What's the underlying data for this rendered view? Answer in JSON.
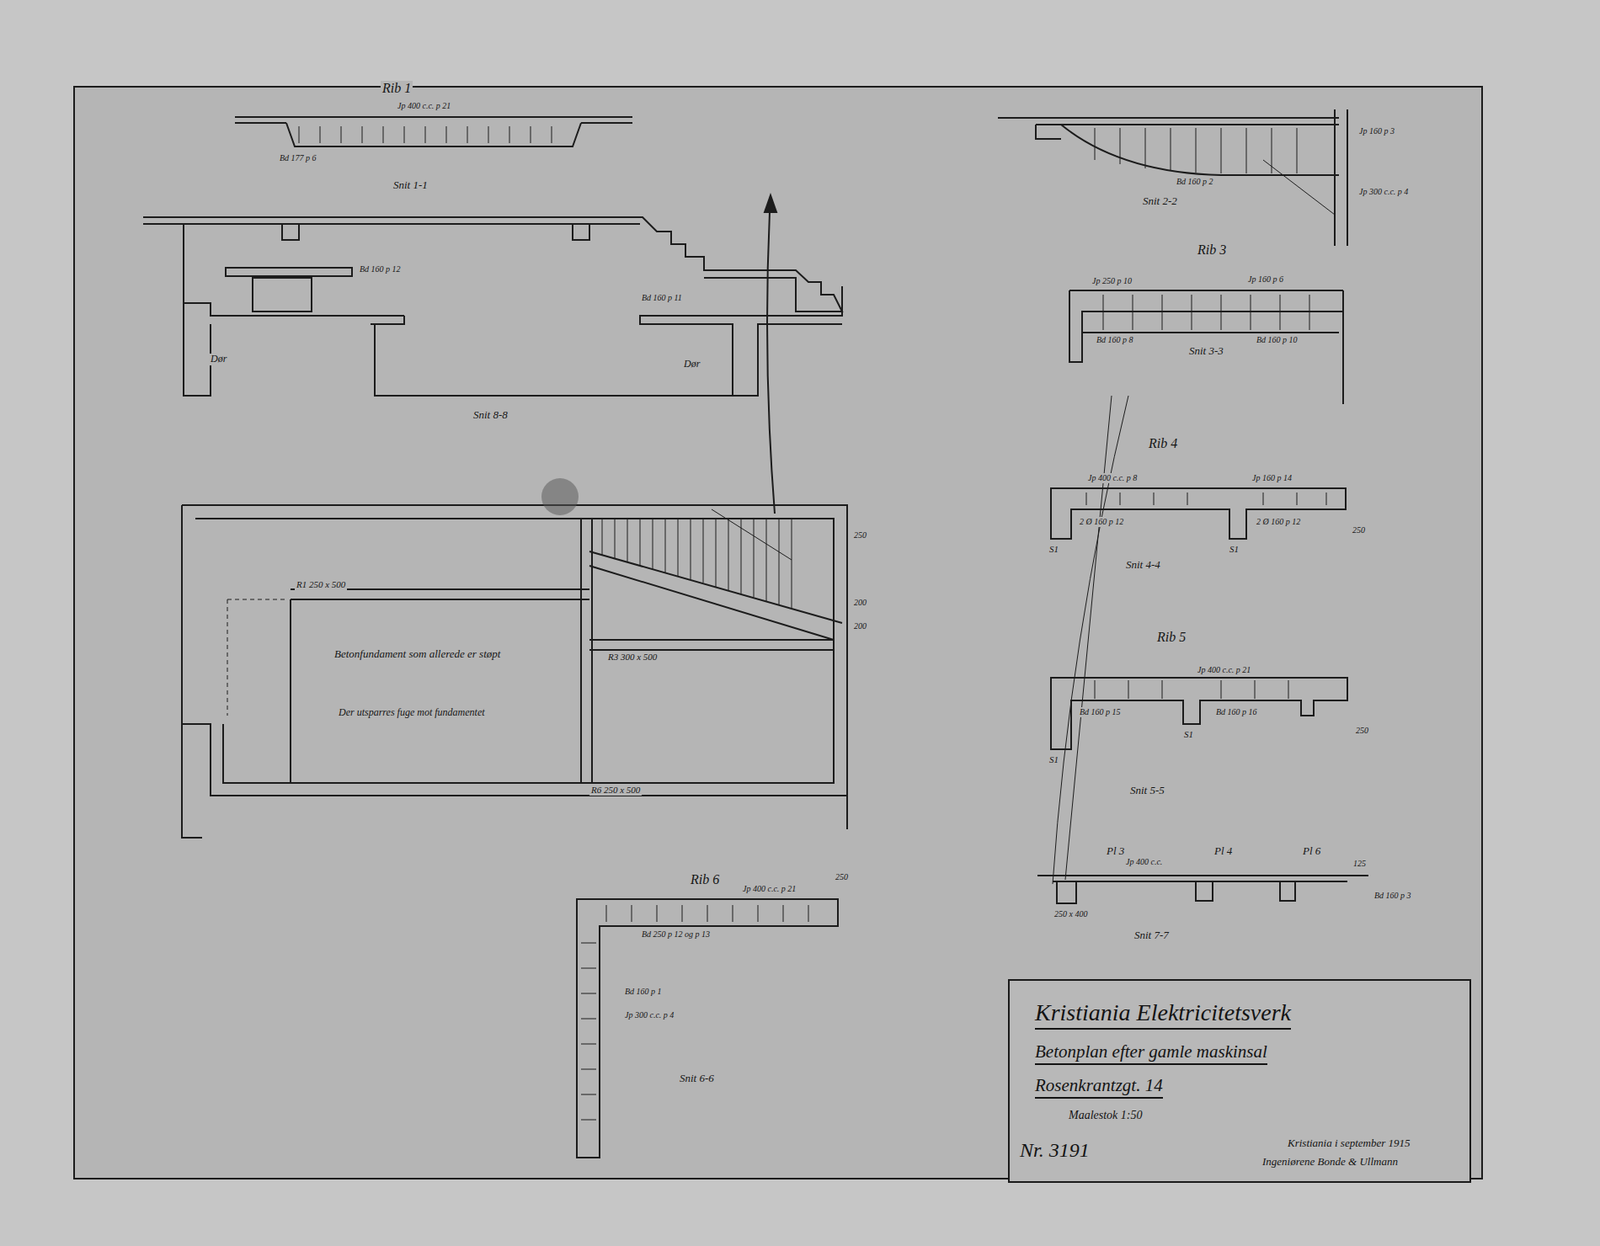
{
  "diagram": {
    "nodes": [
      {
        "text": [
          "Kristiania Elektricitetsverk",
          "Betonplan efter gamle maskinsal",
          "Rosenkrantzgt. 14",
          "Maalestok 1:50",
          "Nr. 3191",
          "Kristiania i september 1915",
          "Ingeniørene Bonde & Ullmann"
        ]
      }
    ],
    "labels": [
      "Rib 1",
      "Jp 400 c.c. p 21",
      "Bd 177 p 6",
      "Snit 1-1",
      "Jp 160 p 3",
      "Jp 300 c.c. p 4",
      "Bd 160 p 2",
      "Snit 2-2",
      "Rib 3",
      "Jp 250 p 10",
      "Jp 160 p 6",
      "Bd 160 p 8",
      "Bd 160 p 10",
      "Snit 3-3",
      "Rib 4",
      "Jp 400 c.c. p 8",
      "Jp 160 p 14",
      "2 Ø 160 p 12",
      "2 Ø 160 p 12",
      "S1",
      "S1",
      "Snit 4-4",
      "250",
      "Rib 5",
      "Jp 400 c.c. p 21",
      "Bd 160 p 15",
      "Bd 160 p 16",
      "S1",
      "S1",
      "Snit 5-5",
      "250",
      "Pl 3",
      "Pl 4",
      "Pl 6",
      "125",
      "Jp 400 c.c.",
      "Bd 160 p 3",
      "250 x 400",
      "Snit 7-7",
      "Snit 8-8",
      "Dør",
      "Dør",
      "Bd 160 p 12",
      "Bd 160 p 11",
      "R1 250 x 500",
      "R3 300 x 500",
      "R6 250 x 500",
      "Betonfundament som allerede er støpt",
      "Der utsparres fuge mot fundamentet",
      "250",
      "200",
      "200",
      "Rib 6",
      "Jp 400 c.c. p 21",
      "Bd 250 p 12 og p 13",
      "Bd 160 p 1",
      "Jp 300 c.c. p 4",
      "Snit 6-6",
      "250"
    ]
  }
}
